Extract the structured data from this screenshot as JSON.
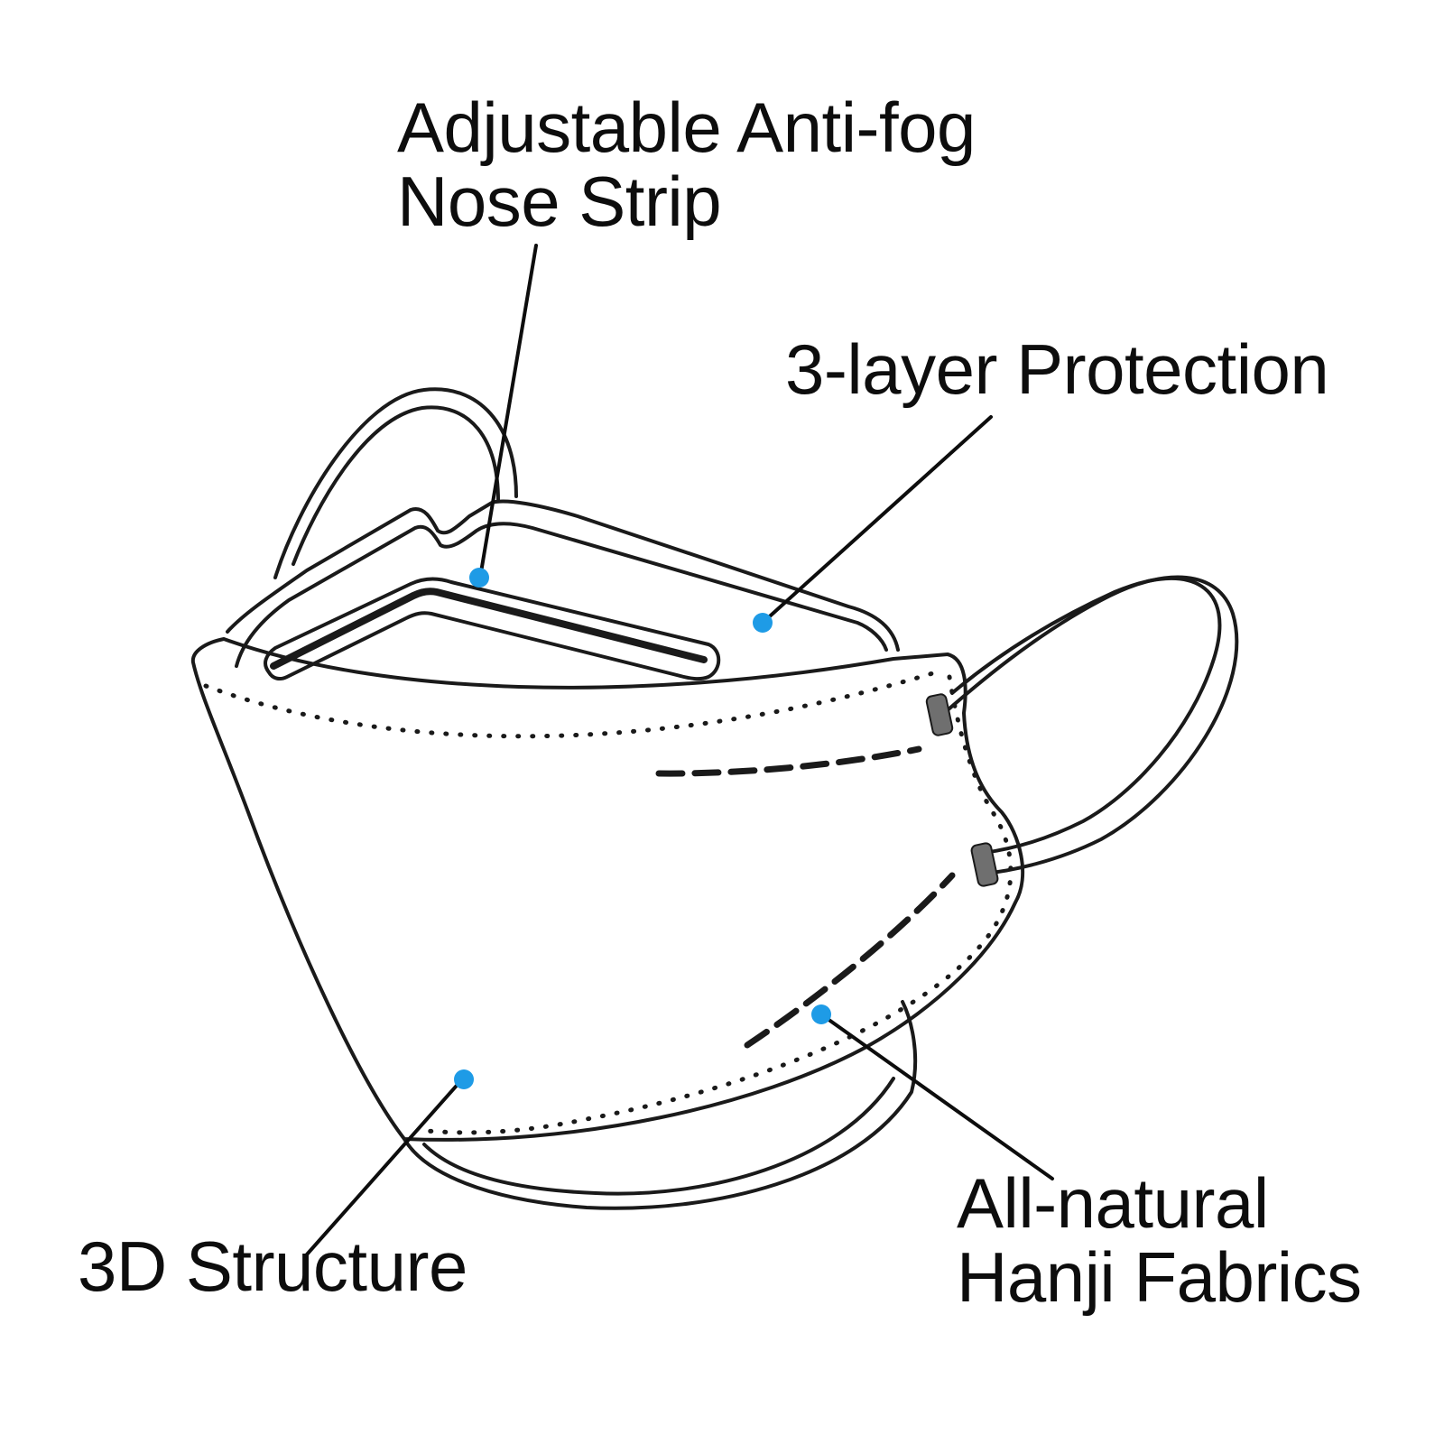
{
  "labels": {
    "nose_strip": {
      "line1": "Adjustable Anti-fog",
      "line2": "Nose Strip"
    },
    "protection": {
      "line1": "3-layer Protection"
    },
    "structure": {
      "line1": "3D Structure"
    },
    "fabrics": {
      "line1": "All-natural",
      "line2": "Hanji Fabrics"
    }
  },
  "colors": {
    "outline": "#1a1a1a",
    "marker": "#1e9be6",
    "background": "#ffffff"
  }
}
